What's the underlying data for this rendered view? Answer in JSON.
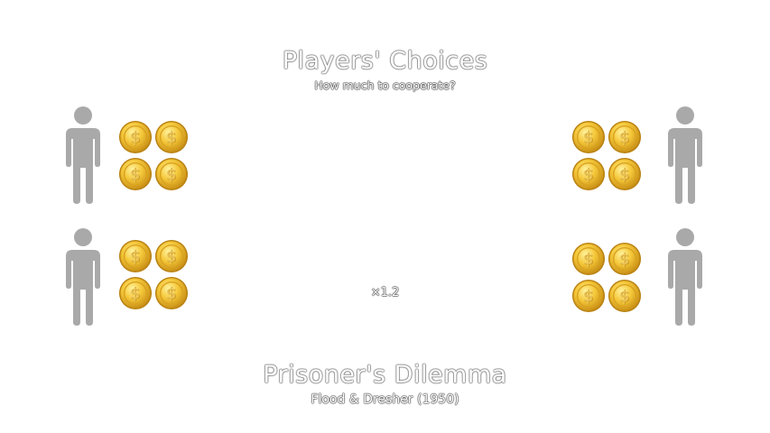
{
  "header": {
    "title": "Players' Choices",
    "subtitle": "How much to cooperate?"
  },
  "center": {
    "multiplier": "×1.2"
  },
  "footer": {
    "title": "Prisoner's Dilemma",
    "subtitle": "Flood & Dresher (1950)"
  },
  "players": [
    {
      "label": "",
      "coins": 4
    },
    {
      "label": "",
      "coins": 4
    },
    {
      "label": "",
      "coins": 4
    },
    {
      "label": "",
      "coins": 4
    }
  ],
  "colors": {
    "player": "#a9a9a9",
    "coin_gold": "#f2c12e",
    "coin_dark": "#c8941a",
    "text_outline": "#555555"
  },
  "icons": {
    "player": "person-icon",
    "coin": "dollar-coin-icon"
  }
}
